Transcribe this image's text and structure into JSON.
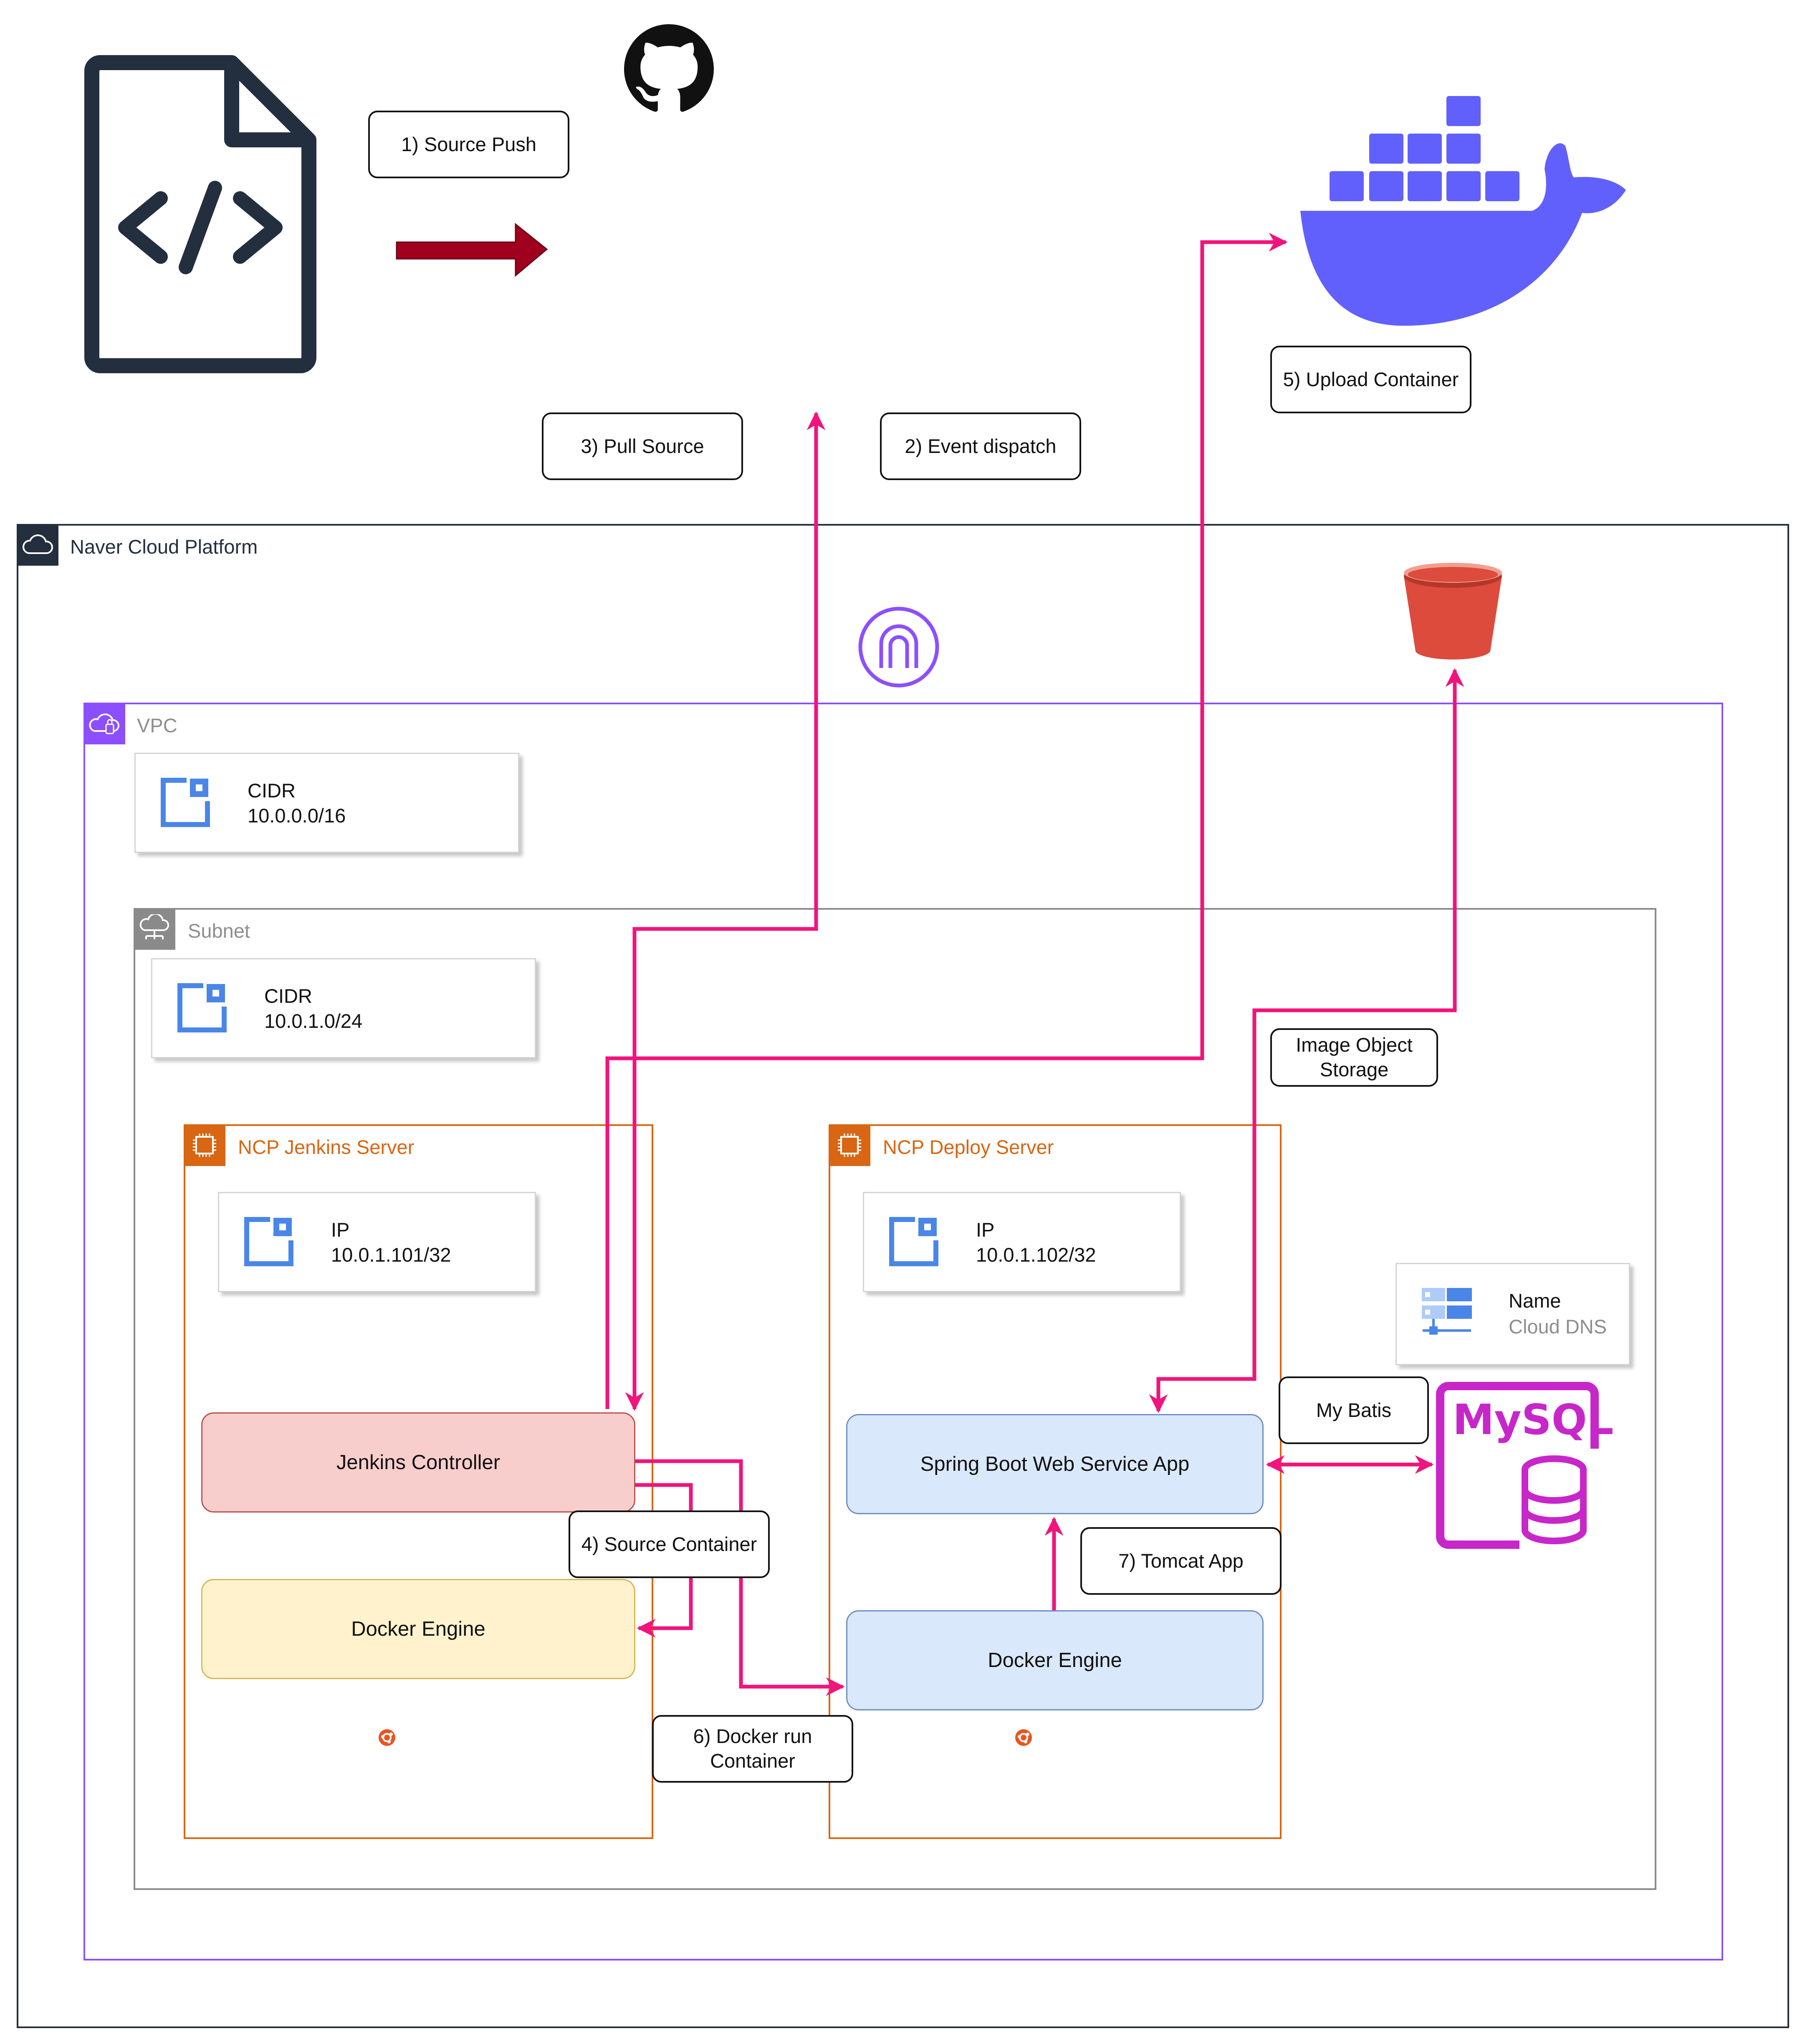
{
  "labels": {
    "source_push": "1) Source Push",
    "event_dispatch": "2) Event dispatch",
    "pull_source": "3) Pull Source",
    "source_container": "4) Source Container",
    "upload_container": "5) Upload Container",
    "docker_run": "6) Docker run\nContainer",
    "tomcat_app": "7) Tomcat App",
    "image_object_storage": "Image Object\nStorage",
    "my_batis": "My Batis"
  },
  "groups": {
    "ncp": "Naver Cloud Platform",
    "vpc": "VPC",
    "subnet": "Subnet",
    "jenkins_server": "NCP Jenkins Server",
    "deploy_server": "NCP Deploy Server"
  },
  "cards": {
    "vpc_cidr": {
      "label": "CIDR",
      "value": "10.0.0.0/16"
    },
    "subnet_cidr": {
      "label": "CIDR",
      "value": "10.0.1.0/24"
    },
    "jenkins_ip": {
      "label": "IP",
      "value": "10.0.1.101/32"
    },
    "deploy_ip": {
      "label": "IP",
      "value": "10.0.1.102/32"
    },
    "dns": {
      "label": "Name",
      "value": "Cloud DNS"
    }
  },
  "components": {
    "jenkins_controller": "Jenkins Controller",
    "jenkins_docker_engine": "Docker Engine",
    "spring_boot_app": "Spring Boot Web Service App",
    "deploy_docker_engine": "Docker Engine"
  },
  "logos": {
    "mysql": "MySQL"
  },
  "colors": {
    "flow_arrow": "#f0147c",
    "push_arrow": "#a0001e",
    "vpc_border": "#8c4fff",
    "server_border": "#d86613",
    "docker_blue": "#6160fc",
    "mysql_magenta": "#c727c9",
    "bucket_red": "#dd4b3d",
    "jenkins_fill": "#f8cecc",
    "docker_engine_fill": "#fff2cc",
    "deploy_fill": "#dae8fc"
  },
  "icons": [
    "code-file-icon",
    "github-icon",
    "docker-whale-icon",
    "cloud-icon",
    "internet-gateway-icon",
    "object-storage-bucket-icon",
    "vpc-icon",
    "subnet-icon",
    "ec2-instance-icon",
    "cidr-icon",
    "cloud-dns-icon",
    "mysql-icon",
    "ubuntu-icon"
  ]
}
